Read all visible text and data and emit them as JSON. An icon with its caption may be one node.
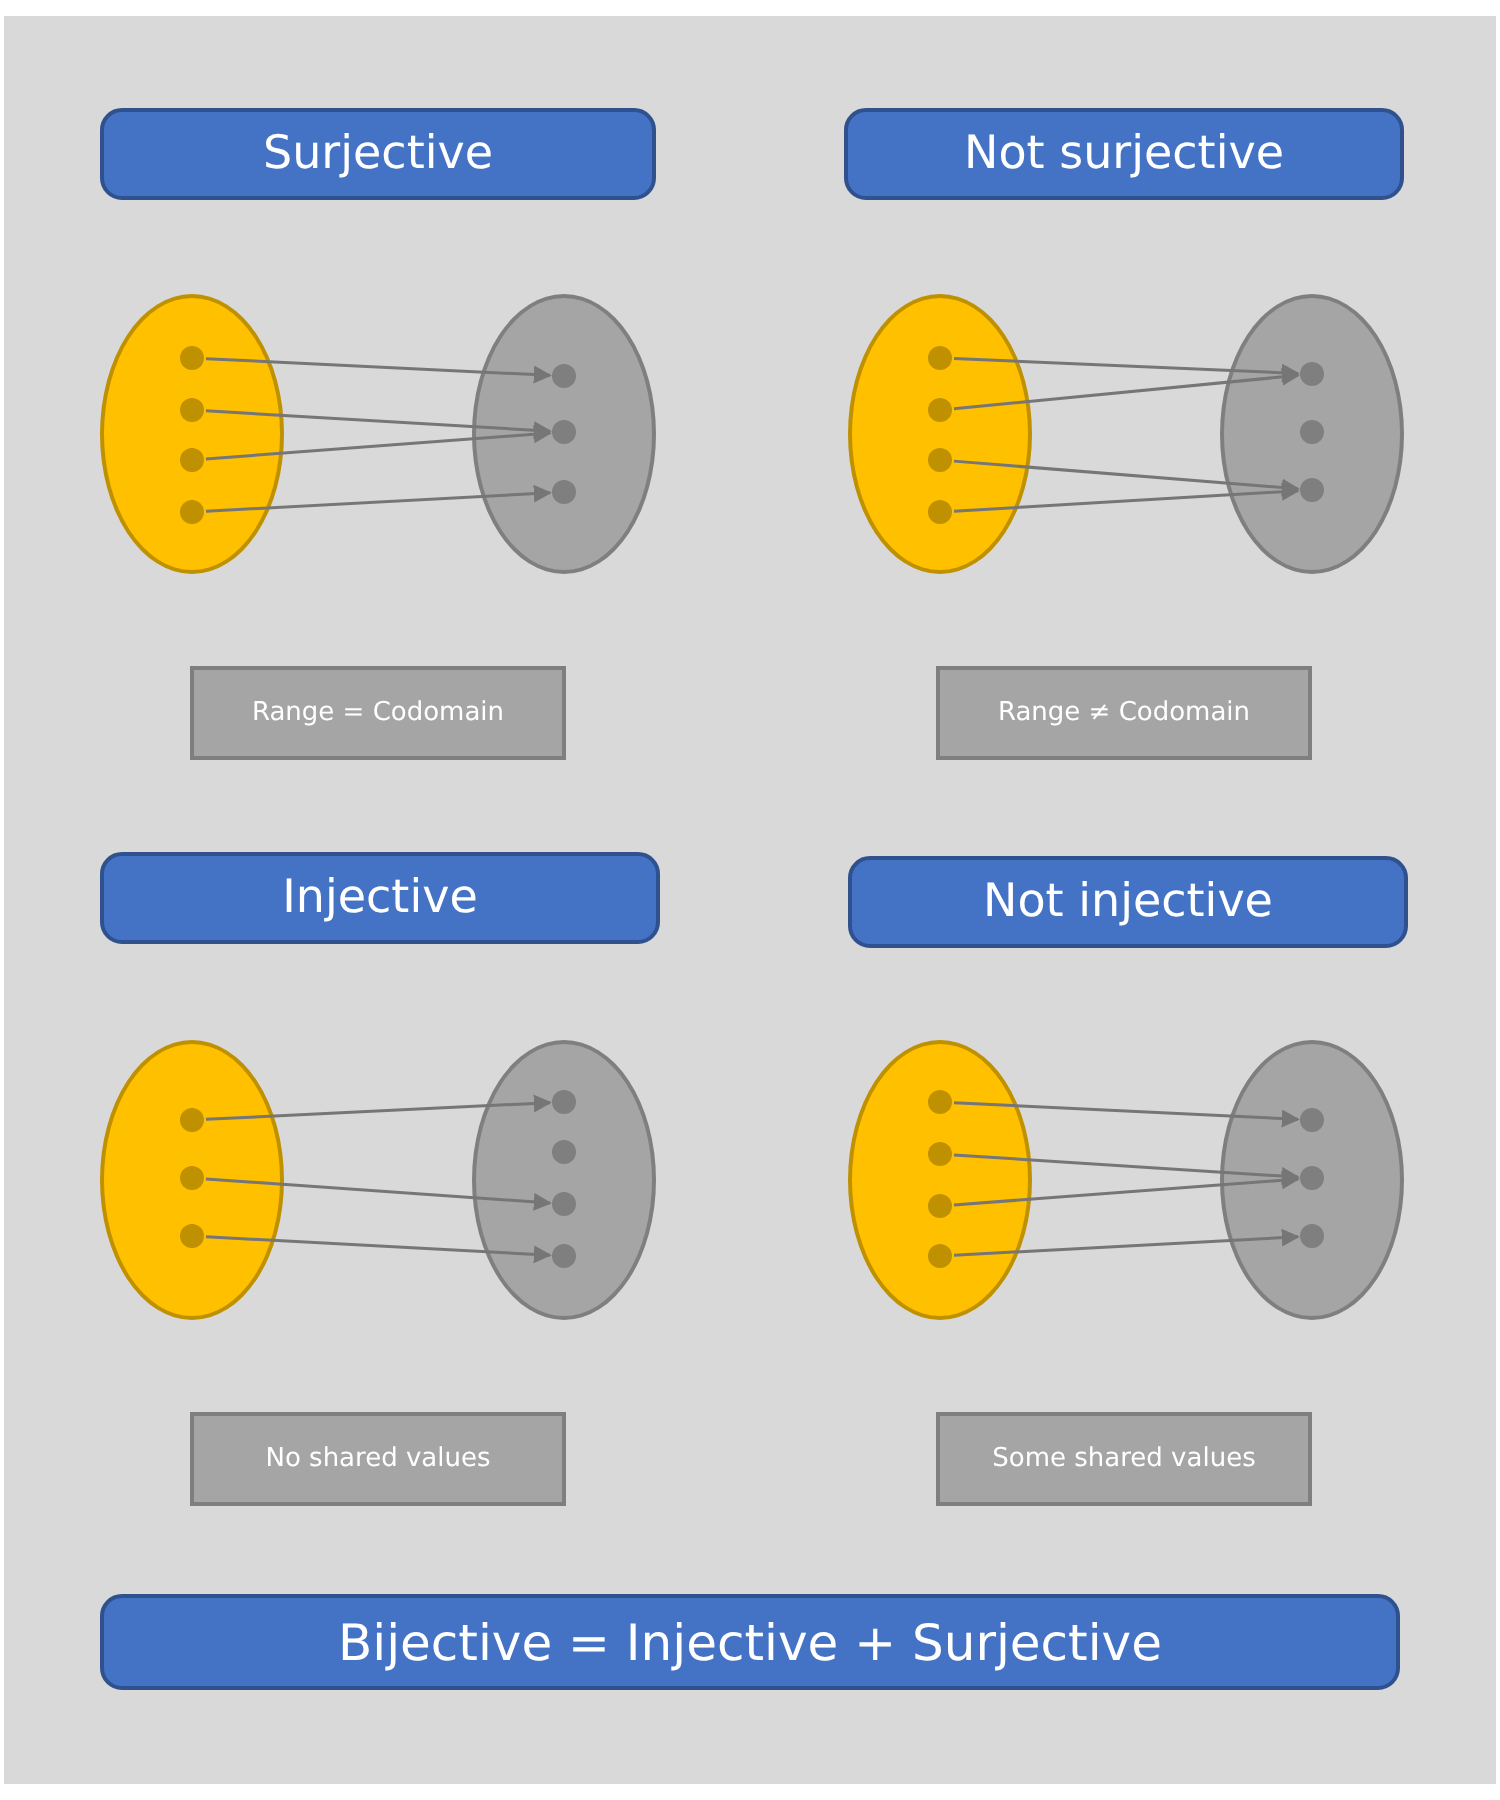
{
  "diagram": {
    "nodes": [
      {
        "text": [
          "Surjective"
        ]
      },
      {
        "text": [],
        "shape": "ellipse"
      },
      {
        "text": [],
        "shape": "circle",
        "in": 1
      },
      {
        "text": [],
        "shape": "circle",
        "in": 1
      },
      {
        "text": [],
        "shape": "circle",
        "in": 1
      },
      {
        "text": [],
        "shape": "circle",
        "in": 1
      },
      {
        "text": [],
        "shape": "ellipse"
      },
      {
        "text": [],
        "shape": "circle",
        "in": 6
      },
      {
        "text": [],
        "shape": "circle",
        "in": 6
      },
      {
        "text": [],
        "shape": "circle",
        "in": 6
      },
      {
        "text": [
          "Range = Codomain"
        ]
      },
      {
        "text": [
          "Not surjective"
        ]
      },
      {
        "text": [],
        "shape": "ellipse"
      },
      {
        "text": [],
        "shape": "circle",
        "in": 12
      },
      {
        "text": [],
        "shape": "circle",
        "in": 12
      },
      {
        "text": [],
        "shape": "circle",
        "in": 12
      },
      {
        "text": [],
        "shape": "circle",
        "in": 12
      },
      {
        "text": [],
        "shape": "ellipse"
      },
      {
        "text": [],
        "shape": "circle",
        "in": 17
      },
      {
        "text": [],
        "shape": "circle",
        "in": 17
      },
      {
        "text": [],
        "shape": "circle",
        "in": 17
      },
      {
        "text": [
          "Range ≠ Codomain"
        ]
      },
      {
        "text": [
          "Injective"
        ]
      },
      {
        "text": [],
        "shape": "ellipse"
      },
      {
        "text": [],
        "shape": "circle",
        "in": 23
      },
      {
        "text": [],
        "shape": "circle",
        "in": 23
      },
      {
        "text": [],
        "shape": "circle",
        "in": 23
      },
      {
        "text": [],
        "shape": "ellipse"
      },
      {
        "text": [],
        "shape": "circle",
        "in": 27
      },
      {
        "text": [],
        "shape": "circle",
        "in": 27
      },
      {
        "text": [],
        "shape": "circle",
        "in": 27
      },
      {
        "text": [],
        "shape": "circle",
        "in": 27
      },
      {
        "text": [
          "No shared values"
        ]
      },
      {
        "text": [
          "Not injective"
        ]
      },
      {
        "text": [],
        "shape": "ellipse"
      },
      {
        "text": [],
        "shape": "circle",
        "in": 34
      },
      {
        "text": [],
        "shape": "circle",
        "in": 34
      },
      {
        "text": [],
        "shape": "circle",
        "in": 34
      },
      {
        "text": [],
        "shape": "circle",
        "in": 34
      },
      {
        "text": [],
        "shape": "ellipse"
      },
      {
        "text": [],
        "shape": "circle",
        "in": 39
      },
      {
        "text": [],
        "shape": "circle",
        "in": 39
      },
      {
        "text": [],
        "shape": "circle",
        "in": 39
      },
      {
        "text": [
          "Some shared values"
        ]
      },
      {
        "text": [
          "Bijective = Injective + Surjective"
        ]
      }
    ],
    "edges": [
      {
        "from": 2,
        "to": 7,
        "arrow": "to"
      },
      {
        "from": 3,
        "to": 8,
        "arrow": "to"
      },
      {
        "from": 4,
        "to": 8,
        "arrow": "to"
      },
      {
        "from": 5,
        "to": 9,
        "arrow": "to"
      },
      {
        "from": 13,
        "to": 18,
        "arrow": "to"
      },
      {
        "from": 14,
        "to": 18,
        "arrow": "to"
      },
      {
        "from": 15,
        "to": 20,
        "arrow": "to"
      },
      {
        "from": 16,
        "to": 20,
        "arrow": "to"
      },
      {
        "from": 24,
        "to": 28,
        "arrow": "to"
      },
      {
        "from": 25,
        "to": 30,
        "arrow": "to"
      },
      {
        "from": 26,
        "to": 31,
        "arrow": "to"
      },
      {
        "from": 35,
        "to": 40,
        "arrow": "to"
      },
      {
        "from": 36,
        "to": 41,
        "arrow": "to"
      },
      {
        "from": 37,
        "to": 41,
        "arrow": "to"
      },
      {
        "from": 38,
        "to": 42,
        "arrow": "to"
      }
    ]
  }
}
